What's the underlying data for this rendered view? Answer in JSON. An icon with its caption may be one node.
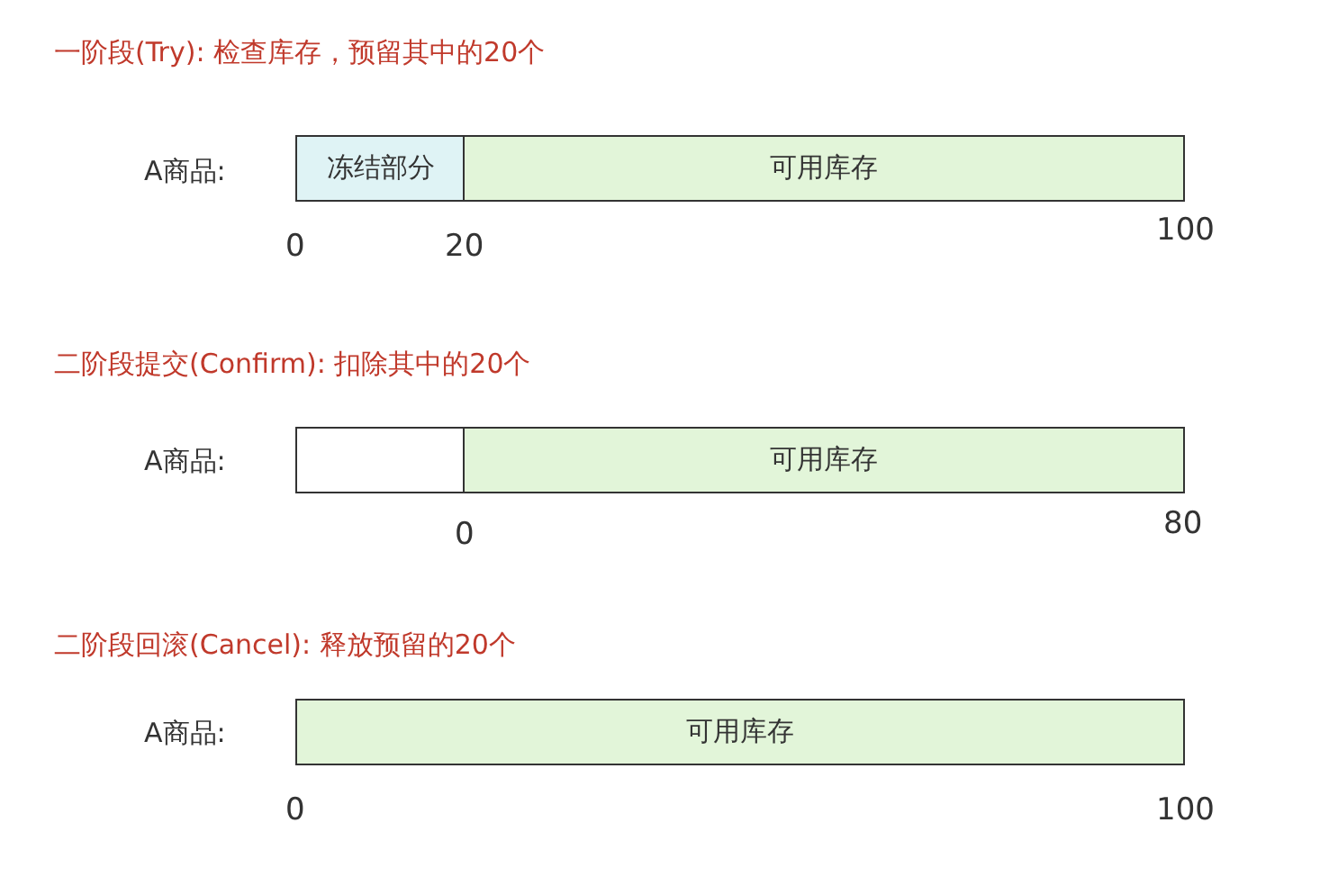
{
  "diagram": {
    "nodes": [
      {
        "text": [
          "冻结部分"
        ]
      },
      {
        "text": [
          "可用库存"
        ]
      },
      {
        "text": [],
        "shape": "box"
      },
      {
        "text": [
          "可用库存"
        ]
      },
      {
        "text": [
          "可用库存"
        ]
      }
    ],
    "labels": [
      "一阶段(Try): 检查库存，预留其中的20个",
      "A商品:",
      "0",
      "20",
      "100",
      "二阶段提交(Confirm): 扣除其中的20个",
      "A商品:",
      "0",
      "80",
      "二阶段回滚(Cancel): 释放预留的20个",
      "A商品:",
      "0",
      "100"
    ]
  }
}
